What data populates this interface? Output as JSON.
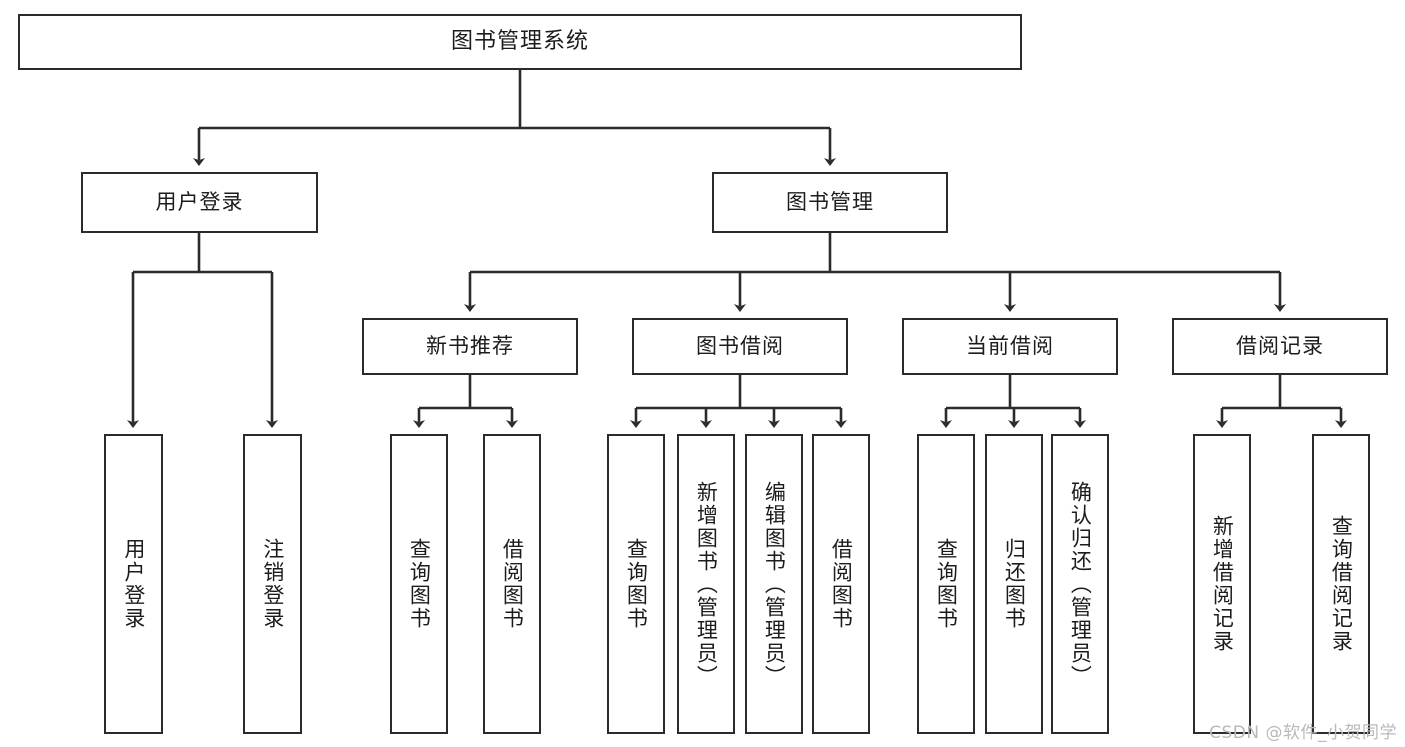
{
  "diagram": {
    "title": "图书管理系统",
    "type": "functional-structure-tree",
    "watermark": "CSDN @软件_小贺同学",
    "colors": {
      "border": "#2b2b2b",
      "text": "#1c1c1c",
      "background": "#ffffff",
      "watermark": "#b9b9b9"
    },
    "nodes": {
      "root": {
        "label": "图书管理系统"
      },
      "level1": [
        {
          "id": "user-login",
          "label": "用户登录"
        },
        {
          "id": "book-manage",
          "label": "图书管理"
        }
      ],
      "level2": [
        {
          "id": "new-book-recommend",
          "label": "新书推荐"
        },
        {
          "id": "book-borrow",
          "label": "图书借阅"
        },
        {
          "id": "current-borrow",
          "label": "当前借阅"
        },
        {
          "id": "borrow-record",
          "label": "借阅记录"
        }
      ],
      "leaves": [
        {
          "id": "leaf-user-login",
          "label": "用户登录",
          "parent": "user-login"
        },
        {
          "id": "leaf-logout-login",
          "label": "注销登录",
          "parent": "user-login"
        },
        {
          "id": "leaf-query-book-1",
          "label": "查询图书",
          "parent": "new-book-recommend"
        },
        {
          "id": "leaf-borrow-book-1",
          "label": "借阅图书",
          "parent": "new-book-recommend"
        },
        {
          "id": "leaf-query-book-2",
          "label": "查询图书",
          "parent": "book-borrow"
        },
        {
          "id": "leaf-add-book",
          "label": "新增图书（管理员）",
          "parent": "book-borrow"
        },
        {
          "id": "leaf-edit-book",
          "label": "编辑图书（管理员）",
          "parent": "book-borrow"
        },
        {
          "id": "leaf-borrow-book-2",
          "label": "借阅图书",
          "parent": "book-borrow"
        },
        {
          "id": "leaf-query-book-3",
          "label": "查询图书",
          "parent": "current-borrow"
        },
        {
          "id": "leaf-return-book",
          "label": "归还图书",
          "parent": "current-borrow"
        },
        {
          "id": "leaf-confirm-return",
          "label": "确认归还（管理员）",
          "parent": "current-borrow"
        },
        {
          "id": "leaf-add-record",
          "label": "新增借阅记录",
          "parent": "borrow-record"
        },
        {
          "id": "leaf-query-record",
          "label": "查询借阅记录",
          "parent": "borrow-record"
        }
      ]
    }
  }
}
